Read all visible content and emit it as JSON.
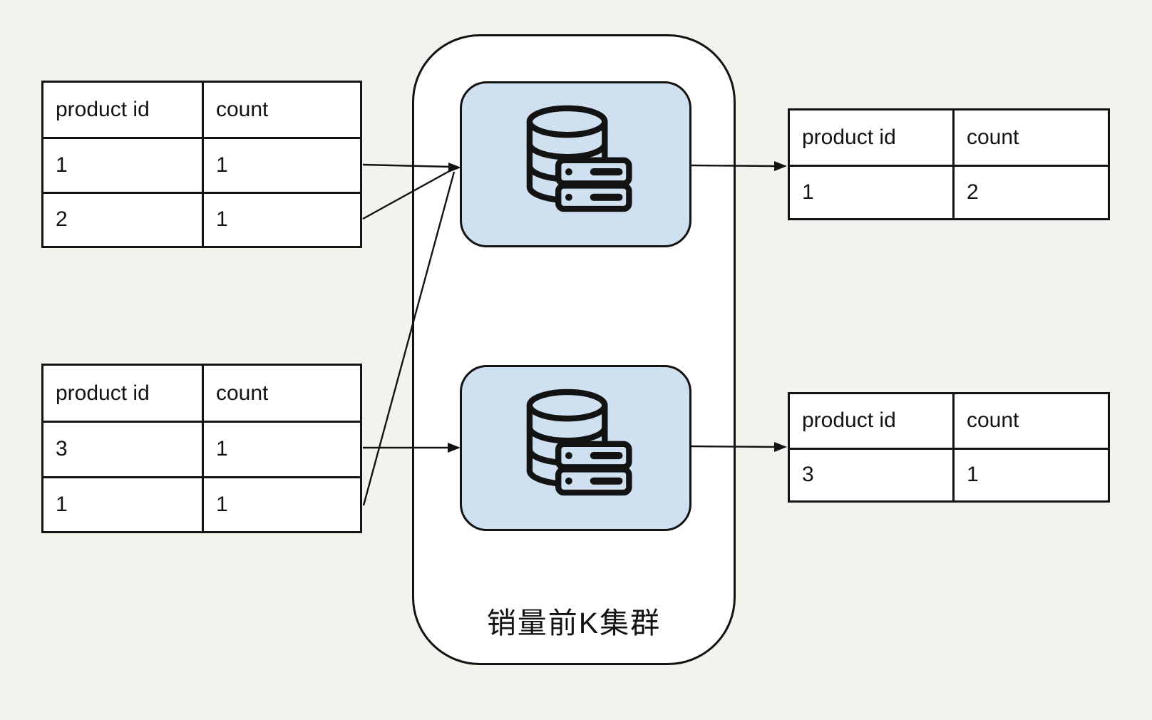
{
  "colors": {
    "page_background": "#f3f2ed",
    "line": "#131313",
    "node_fill": "#cfe0f0",
    "table_fill": "#ffffff"
  },
  "cluster": {
    "label": "销量前K集群"
  },
  "tables": {
    "input_top": {
      "headers": [
        "product id",
        "count"
      ],
      "rows": [
        [
          "1",
          "1"
        ],
        [
          "2",
          "1"
        ]
      ]
    },
    "input_bottom": {
      "headers": [
        "product id",
        "count"
      ],
      "rows": [
        [
          "3",
          "1"
        ],
        [
          "1",
          "1"
        ]
      ]
    },
    "output_top": {
      "headers": [
        "product id",
        "count"
      ],
      "rows": [
        [
          "1",
          "2"
        ]
      ]
    },
    "output_bottom": {
      "headers": [
        "product id",
        "count"
      ],
      "rows": [
        [
          "3",
          "1"
        ]
      ]
    }
  },
  "icons": {
    "node_top": "database-server-icon",
    "node_bottom": "database-server-icon"
  }
}
